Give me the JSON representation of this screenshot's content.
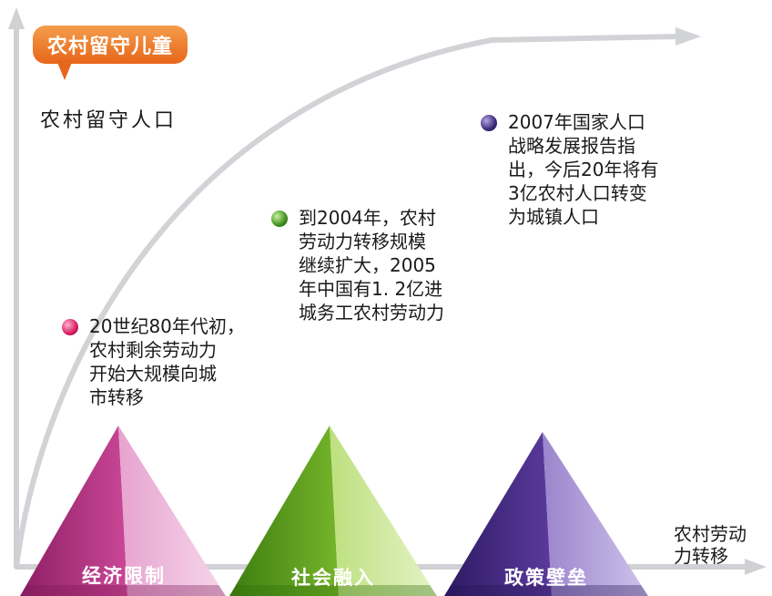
{
  "badge": "农村留守儿童",
  "y_axis_label": "农村留守人口",
  "x_axis_label": "农村劳动\n力转移",
  "notes": [
    {
      "text": "20世纪80年代初，\n农村剩余劳动力\n开始大规模向城\n市转移",
      "color": "#d81b60"
    },
    {
      "text": "到2004年，农村\n劳动力转移规模\n继续扩大，2005\n年中国有1. 2亿进\n城务工农村劳动力",
      "color": "#3f8f1e"
    },
    {
      "text": "2007年国家人口\n战略发展报告指\n出，今后20年将有\n3亿农村人口转变\n为城镇人口",
      "color": "#3b2a78"
    }
  ],
  "pyramids": [
    {
      "label": "经济限制",
      "color": "#b8338a"
    },
    {
      "label": "社会融入",
      "color": "#5d9f1c"
    },
    {
      "label": "政策壁垒",
      "color": "#4b2d86"
    }
  ]
}
